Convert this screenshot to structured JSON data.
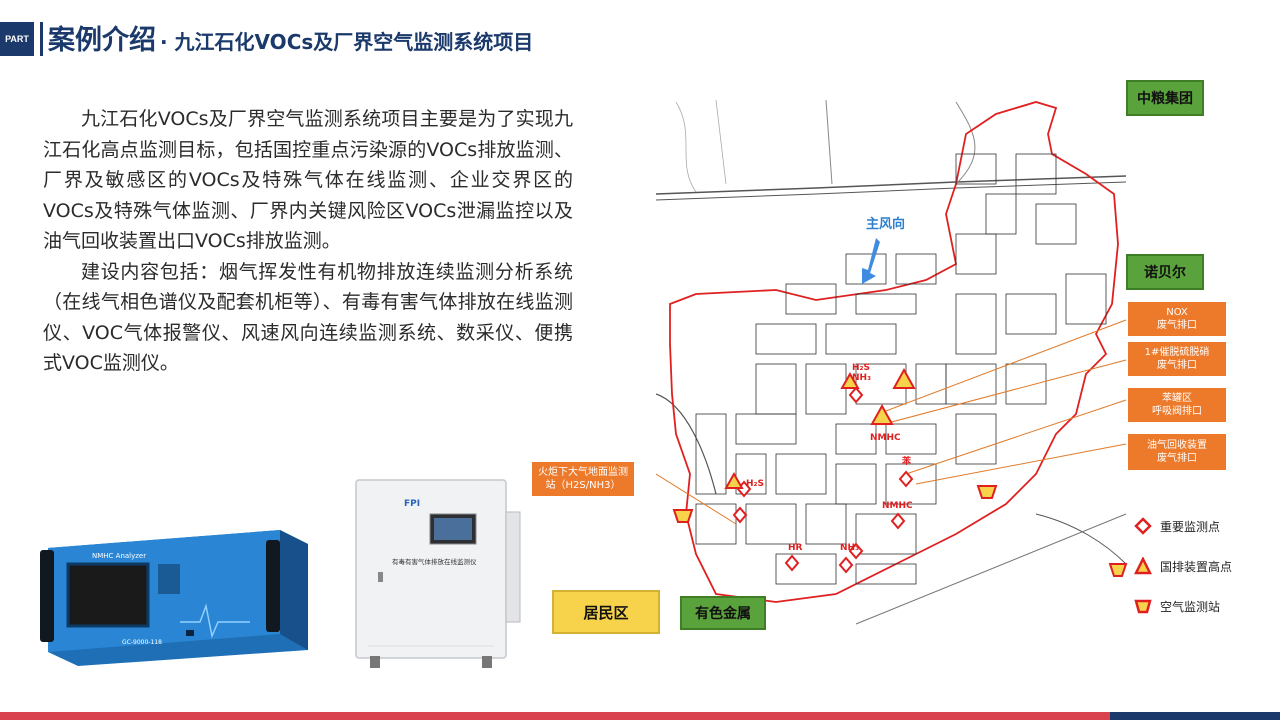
{
  "header": {
    "part_tag": "PART",
    "title_main": "案例介绍",
    "title_sub": "· 九江石化VOCs及厂界空气监测系统项目"
  },
  "body": {
    "para1": "九江石化VOCs及厂界空气监测系统项目主要是为了实现九江石化高点监测目标，包括国控重点污染源的VOCs排放监测、厂界及敏感区的VOCs及特殊气体在线监测、企业交界区的VOCs及特殊气体监测、厂界内关键风险区VOCs泄漏监控以及油气回收装置出口VOCs排放监测。",
    "para2": "建设内容包括：烟气挥发性有机物排放连续监测分析系统（在线气相色谱仪及配套机柜等）、有毒有害气体排放在线监测仪、VOC气体报警仪、风速风向连续监测系统、数采仪、便携式VOC监测仪。"
  },
  "devices": {
    "analyzer_name": "NMHC Analyzer",
    "analyzer_model": "GC-9000-118",
    "cabinet_label": "有毒有害气体排放在线监测仪"
  },
  "map": {
    "wind_label": "主风向",
    "labels": {
      "zhongliang": "中粮集团",
      "nuobeier": "诺贝尔",
      "juminqu": "居民区",
      "youse": "有色金属"
    },
    "callouts": [
      {
        "line1": "NOX",
        "line2": "废气排口"
      },
      {
        "line1": "1#催脱硫脱硝",
        "line2": "废气排口"
      },
      {
        "line1": "苯罐区",
        "line2": "呼吸阀排口"
      },
      {
        "line1": "油气回收装置",
        "line2": "废气排口"
      }
    ],
    "station_callout": {
      "line1": "火炬下大气地面监测",
      "line2": "站（H2S/NH3）"
    },
    "marker_texts": [
      "H₂S",
      "NH₃",
      "NMHC",
      "苯",
      "H₂S",
      "NMHC",
      "NH₃",
      "HR"
    ]
  },
  "legend": [
    {
      "label": "重要监测点",
      "icon": "diamond-icon"
    },
    {
      "label": "国排装置高点",
      "icon": "triangle-icon"
    },
    {
      "label": "空气监测站",
      "icon": "trapezoid-icon"
    }
  ],
  "colors": {
    "brand_navy": "#1b3a6b",
    "footer_red": "#d8434f",
    "label_green": "#5aa23c",
    "label_yellow": "#f7d34c",
    "callout_orange": "#ec7a2a",
    "marker_red": "#e02020"
  }
}
